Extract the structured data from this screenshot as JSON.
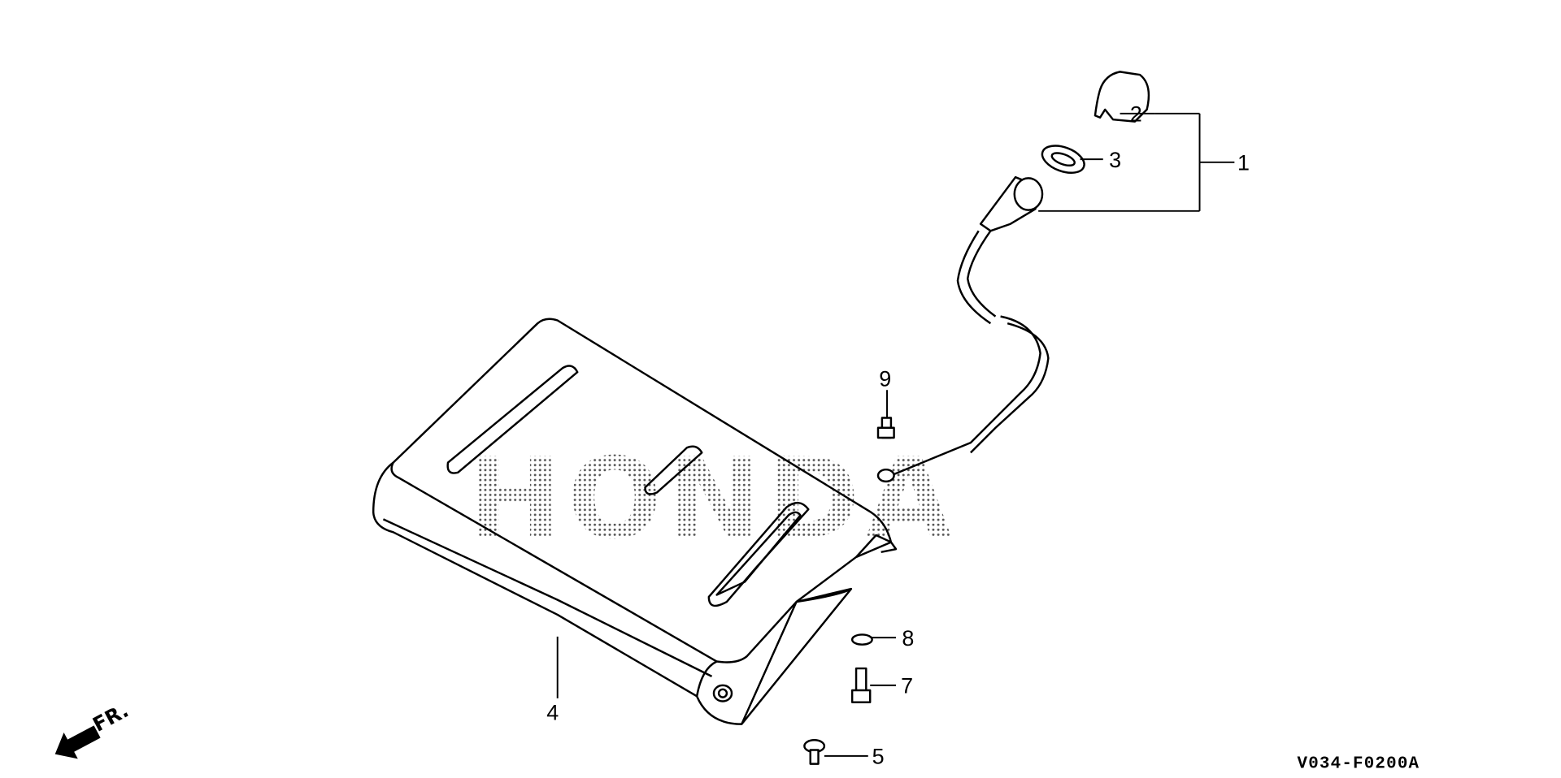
{
  "diagram": {
    "callouts": [
      {
        "id": "1",
        "label": "1"
      },
      {
        "id": "2",
        "label": "2"
      },
      {
        "id": "3",
        "label": "3"
      },
      {
        "id": "4",
        "label": "4"
      },
      {
        "id": "5",
        "label": "5"
      },
      {
        "id": "7",
        "label": "7"
      },
      {
        "id": "8",
        "label": "8"
      },
      {
        "id": "9",
        "label": "9"
      }
    ],
    "direction_marker": "FR.",
    "watermark": "HONDA",
    "drawing_code": "V034-F0200A"
  }
}
